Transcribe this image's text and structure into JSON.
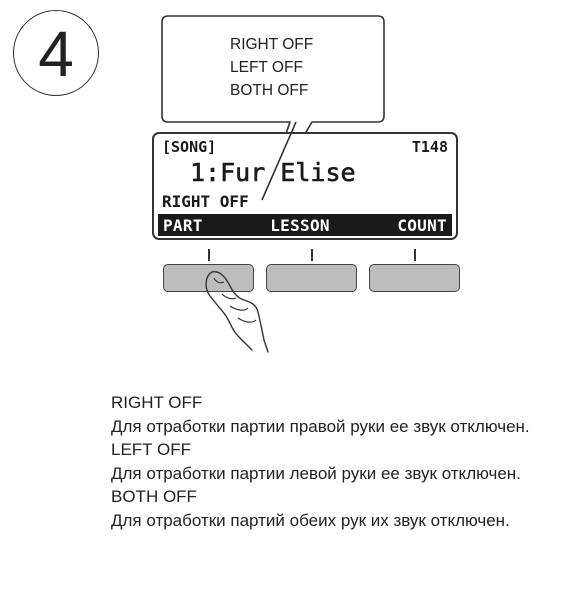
{
  "step": {
    "number": "4"
  },
  "callout": {
    "lines": [
      "RIGHT OFF",
      "LEFT OFF",
      "BOTH OFF"
    ]
  },
  "lcd": {
    "mode": "[SONG]",
    "tempo": "T148",
    "song": "1:Fur Elise",
    "part": "RIGHT OFF",
    "bar": [
      "PART",
      "LESSON",
      "COUNT"
    ]
  },
  "description": {
    "items": [
      {
        "heading": "RIGHT OFF",
        "text": "Для отработки партии правой руки ее звук отключен."
      },
      {
        "heading": "LEFT OFF",
        "text": "Для отработки партии левой руки ее звук отключен."
      },
      {
        "heading": "BOTH OFF",
        "text": "Для отработки партий обеих рук их звук отключен."
      }
    ]
  },
  "colors": {
    "button_fill": "#bdbdbd",
    "lcd_bar": "#1a1a1a",
    "outline": "#333333"
  }
}
